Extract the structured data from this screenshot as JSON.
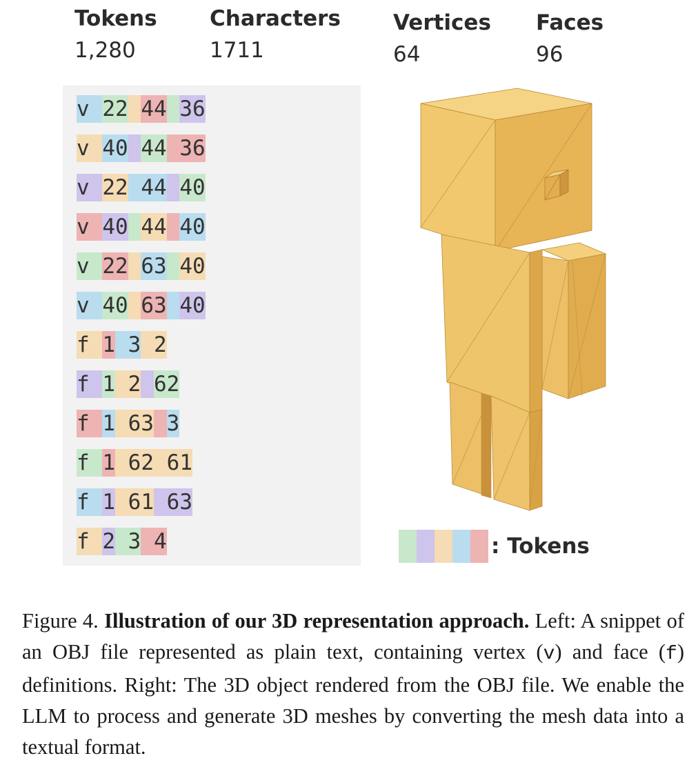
{
  "stats": [
    {
      "label": "Tokens",
      "value": "1,280"
    },
    {
      "label": "Characters",
      "value": "1711"
    },
    {
      "label": "Vertices",
      "value": "64"
    },
    {
      "label": "Faces",
      "value": "96"
    }
  ],
  "colors": {
    "green": "#c8e8cc",
    "purple": "#cfc4ec",
    "orange": "#f5dcb4",
    "blue": "#b9dcef",
    "red": "#eeb3b3",
    "mesh_front": "#f0c56a",
    "mesh_side": "#dba447",
    "mesh_top": "#f5d27e"
  },
  "obj_lines": [
    {
      "tokens": [
        {
          "t": "v ",
          "c": "blue"
        },
        {
          "t": "22",
          "c": "green"
        },
        {
          "t": " ",
          "c": "orange"
        },
        {
          "t": "44",
          "c": "red"
        },
        {
          "t": " ",
          "c": "green"
        },
        {
          "t": "36",
          "c": "purple"
        }
      ]
    },
    {
      "tokens": [
        {
          "t": "v ",
          "c": "orange"
        },
        {
          "t": "40",
          "c": "blue"
        },
        {
          "t": " ",
          "c": "purple"
        },
        {
          "t": "44",
          "c": "green"
        },
        {
          "t": " ",
          "c": "red"
        },
        {
          "t": "36",
          "c": "red"
        }
      ]
    },
    {
      "tokens": [
        {
          "t": "v ",
          "c": "purple"
        },
        {
          "t": "22",
          "c": "orange"
        },
        {
          "t": " ",
          "c": "blue"
        },
        {
          "t": "44",
          "c": "blue"
        },
        {
          "t": " ",
          "c": "purple"
        },
        {
          "t": "40",
          "c": "green"
        }
      ]
    },
    {
      "tokens": [
        {
          "t": "v ",
          "c": "red"
        },
        {
          "t": "40",
          "c": "purple"
        },
        {
          "t": " ",
          "c": "green"
        },
        {
          "t": "44",
          "c": "orange"
        },
        {
          "t": " ",
          "c": "red"
        },
        {
          "t": "40",
          "c": "blue"
        }
      ]
    },
    {
      "tokens": [
        {
          "t": "v ",
          "c": "green"
        },
        {
          "t": "22",
          "c": "red"
        },
        {
          "t": " ",
          "c": "orange"
        },
        {
          "t": "63",
          "c": "blue"
        },
        {
          "t": " ",
          "c": "green"
        },
        {
          "t": "40",
          "c": "orange"
        }
      ]
    },
    {
      "tokens": [
        {
          "t": "v ",
          "c": "blue"
        },
        {
          "t": "40",
          "c": "green"
        },
        {
          "t": " ",
          "c": "orange"
        },
        {
          "t": "63",
          "c": "red"
        },
        {
          "t": " ",
          "c": "blue"
        },
        {
          "t": "40",
          "c": "purple"
        }
      ]
    },
    {
      "tokens": [
        {
          "t": "f ",
          "c": "orange"
        },
        {
          "t": "1",
          "c": "red"
        },
        {
          "t": " ",
          "c": "blue"
        },
        {
          "t": "3",
          "c": "blue"
        },
        {
          "t": " ",
          "c": "orange"
        },
        {
          "t": "2",
          "c": "orange"
        }
      ]
    },
    {
      "tokens": [
        {
          "t": "f ",
          "c": "purple"
        },
        {
          "t": "1",
          "c": "green"
        },
        {
          "t": " ",
          "c": "orange"
        },
        {
          "t": "2",
          "c": "orange"
        },
        {
          "t": " ",
          "c": "purple"
        },
        {
          "t": "62",
          "c": "green"
        }
      ]
    },
    {
      "tokens": [
        {
          "t": "f ",
          "c": "red"
        },
        {
          "t": "1",
          "c": "blue"
        },
        {
          "t": " ",
          "c": "orange"
        },
        {
          "t": "63",
          "c": "orange"
        },
        {
          "t": " ",
          "c": "red"
        },
        {
          "t": "3",
          "c": "blue"
        }
      ]
    },
    {
      "tokens": [
        {
          "t": "f ",
          "c": "green"
        },
        {
          "t": "1",
          "c": "red"
        },
        {
          "t": " ",
          "c": "orange"
        },
        {
          "t": "62",
          "c": "orange"
        },
        {
          "t": " ",
          "c": "orange"
        },
        {
          "t": "61",
          "c": "orange"
        }
      ]
    },
    {
      "tokens": [
        {
          "t": "f ",
          "c": "blue"
        },
        {
          "t": "1",
          "c": "purple"
        },
        {
          "t": " ",
          "c": "orange"
        },
        {
          "t": "61",
          "c": "orange"
        },
        {
          "t": " ",
          "c": "purple"
        },
        {
          "t": "63",
          "c": "purple"
        }
      ]
    },
    {
      "tokens": [
        {
          "t": "f ",
          "c": "orange"
        },
        {
          "t": "2",
          "c": "purple"
        },
        {
          "t": " ",
          "c": "green"
        },
        {
          "t": "3",
          "c": "green"
        },
        {
          "t": " ",
          "c": "red"
        },
        {
          "t": "4",
          "c": "red"
        }
      ]
    }
  ],
  "legend": {
    "swatches": [
      "green",
      "purple",
      "orange",
      "blue",
      "red"
    ],
    "label": ": Tokens"
  },
  "caption": {
    "figure_label": "Figure 4. ",
    "bold_title": "Illustration of our 3D representation approach.",
    "text_1": " Left: A snippet of an OBJ file represented as plain text, containing vertex (",
    "code_v": "v",
    "text_2": ") and face (",
    "code_f": "f",
    "text_3": ") definitions.  Right:  The 3D object rendered from the OBJ file. We enable the LLM to process and generate 3D meshes by converting the mesh data into a textual format."
  }
}
